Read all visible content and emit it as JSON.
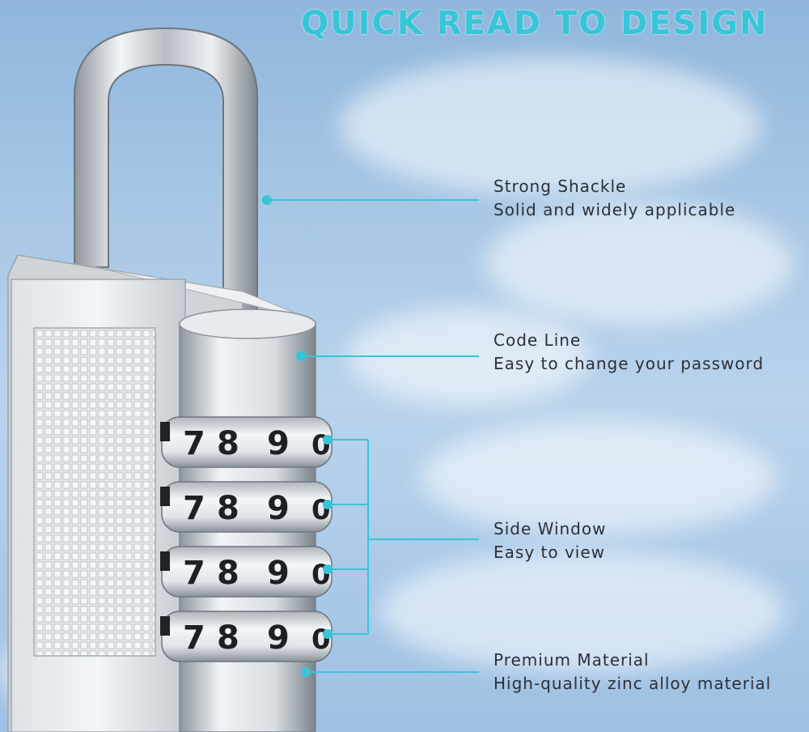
{
  "title": "QUICK READ TO DESIGN",
  "callouts": [
    {
      "heading": "Strong Shackle",
      "detail": "Solid and widely applicable"
    },
    {
      "heading": "Code Line",
      "detail": "Easy to change your password"
    },
    {
      "heading": "Side Window",
      "detail": "Easy to view"
    },
    {
      "heading": "Premium Material",
      "detail": "High-quality zinc alloy material"
    }
  ],
  "dials": [
    {
      "digits": [
        "7",
        "8",
        "9",
        "0"
      ]
    },
    {
      "digits": [
        "7",
        "8",
        "9",
        "0"
      ]
    },
    {
      "digits": [
        "7",
        "8",
        "9",
        "0"
      ]
    },
    {
      "digits": [
        "7",
        "8",
        "9",
        "0"
      ]
    }
  ],
  "colors": {
    "accent": "#36c6d8",
    "text": "#2b3037",
    "metal": "#c9ced4"
  }
}
